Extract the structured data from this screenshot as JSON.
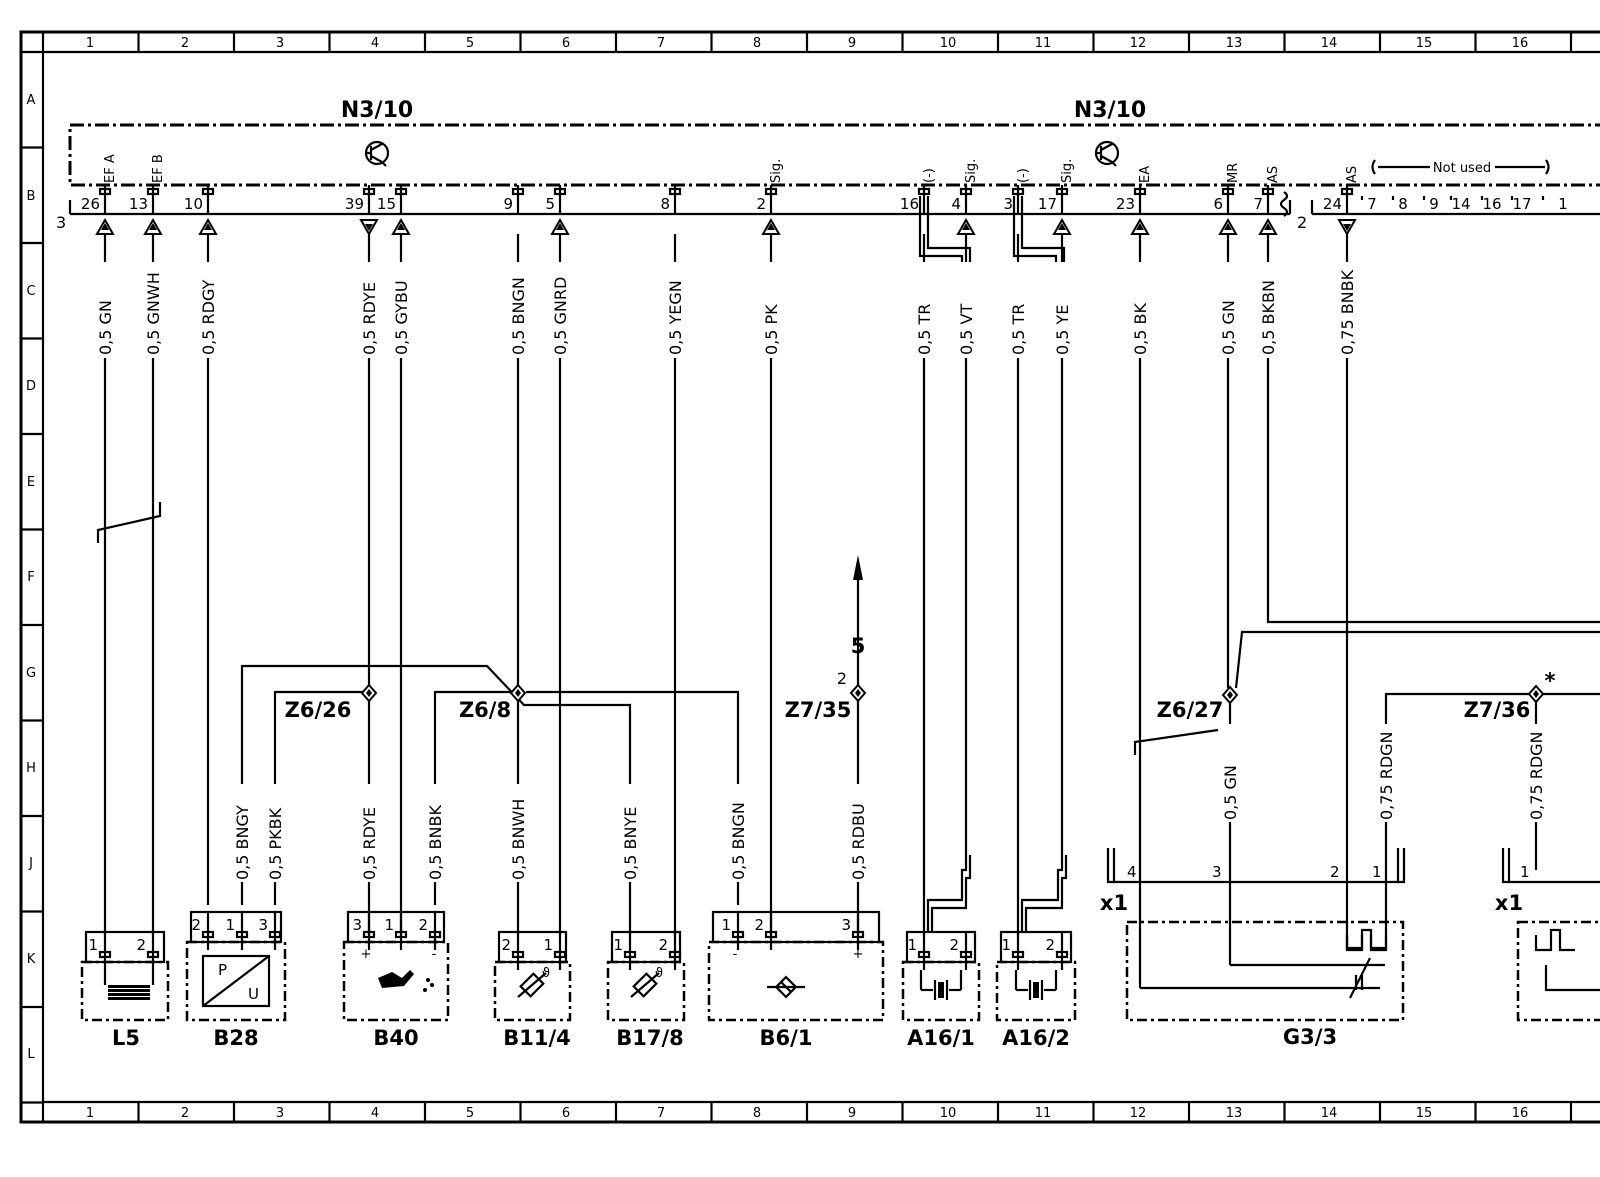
{
  "grid": {
    "columns": [
      "1",
      "2",
      "3",
      "4",
      "5",
      "6",
      "7",
      "8",
      "9",
      "10",
      "11",
      "12",
      "13",
      "14",
      "15",
      "16"
    ],
    "rows": [
      "A",
      "B",
      "C",
      "D",
      "E",
      "F",
      "G",
      "H",
      "J",
      "K",
      "L"
    ]
  },
  "module": {
    "left_title": "N3/10",
    "right_title": "N3/10",
    "bus_left_label": "3",
    "bus_right_label": "2",
    "not_used": "Not used",
    "pins": [
      {
        "num": "26",
        "sig": "EF A"
      },
      {
        "num": "13",
        "sig": "EF B"
      },
      {
        "num": "10",
        "sig": ""
      },
      {
        "num": "39",
        "sig": ""
      },
      {
        "num": "15",
        "sig": ""
      },
      {
        "num": "9",
        "sig": ""
      },
      {
        "num": "5",
        "sig": ""
      },
      {
        "num": "8",
        "sig": ""
      },
      {
        "num": "2",
        "sig": "Sig."
      },
      {
        "num": "16",
        "sig": "(-)"
      },
      {
        "num": "4",
        "sig": "Sig."
      },
      {
        "num": "3",
        "sig": "(-)"
      },
      {
        "num": "17",
        "sig": "Sig."
      },
      {
        "num": "23",
        "sig": "EA"
      },
      {
        "num": "6",
        "sig": "MR"
      },
      {
        "num": "7",
        "sig": "AS"
      },
      {
        "num": "24",
        "sig": "AS"
      }
    ],
    "unused_pins": [
      "7",
      "8",
      "9",
      "14",
      "16",
      "17",
      "1"
    ]
  },
  "wires_top": [
    "0,5 GN",
    "0,5 GNWH",
    "0,5 RDGY",
    "0,5 RDYE",
    "0,5 GYBU",
    "0,5 BNGN",
    "0,5 GNRD",
    "0,5 YEGN",
    "0,5 PK",
    "0,5 TR",
    "0,5 VT",
    "0,5 TR",
    "0,5 YE",
    "0,5 BK",
    "0,5 GN",
    "0,5 BKBN",
    "0,75 BNBK"
  ],
  "wires_bottom": [
    "0,5 BNGY",
    "0,5 PKBK",
    "0,5 RDYE",
    "0,5 BNBK",
    "0,5 BNWH",
    "0,5 BNYE",
    "0,5 BNGN",
    "0,5 RDBU",
    "0,5 GN",
    "0,75 RDGN",
    "0,75 RDGN"
  ],
  "splices": [
    "Z6/26",
    "Z6/8",
    "Z7/35",
    "Z6/27",
    "Z7/36"
  ],
  "z735_pin": "2",
  "arrow_ref": "5",
  "asterisk": "*",
  "connector_label": "x1",
  "components": [
    {
      "id": "L5",
      "pins": [
        "1",
        "2"
      ]
    },
    {
      "id": "B28",
      "pins": [
        "2",
        "1",
        "3"
      ],
      "glyph1": "P",
      "glyph2": "U"
    },
    {
      "id": "B40",
      "pins": [
        "3",
        "1",
        "2"
      ],
      "signs": [
        "+",
        "-"
      ]
    },
    {
      "id": "B11/4",
      "pins": [
        "2",
        "1"
      ]
    },
    {
      "id": "B17/8",
      "pins": [
        "1",
        "2"
      ]
    },
    {
      "id": "B6/1",
      "pins": [
        "1",
        "2",
        "3"
      ],
      "signs": [
        "-",
        "+"
      ]
    },
    {
      "id": "A16/1",
      "pins": [
        "1",
        "2"
      ]
    },
    {
      "id": "A16/2",
      "pins": [
        "1",
        "2"
      ]
    },
    {
      "id": "G3/3",
      "pins": [
        "4",
        "3",
        "2",
        "1"
      ]
    },
    {
      "id": "",
      "pins": [
        "1"
      ]
    }
  ]
}
